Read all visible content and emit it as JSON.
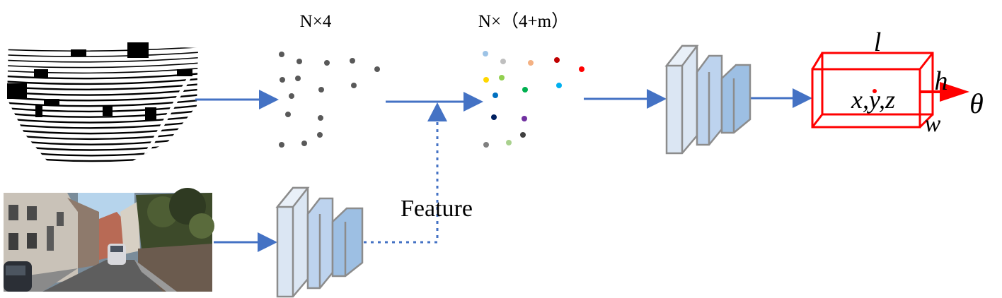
{
  "labels": {
    "points_shape": "N×4",
    "fused_shape": "N×（4+m）",
    "feature": "Feature"
  },
  "box_params": {
    "length": "l",
    "height": "h",
    "width": "w",
    "center": "x,y,z",
    "heading": "θ"
  },
  "colors": {
    "arrow": "#4472c4",
    "dot_gray": "#595959",
    "block_light": "#dbe6f3",
    "block_mid": "#bdd3ee",
    "block_dark": "#9dbfe3",
    "block_stroke": "#8c8c8c",
    "box_red": "#ff0000"
  },
  "fused_point_colors": [
    "#9dc3e6",
    "#bfbfbf",
    "#f4b183",
    "#c00000",
    "#ff0000",
    "#ffd700",
    "#92d050",
    "#00b0f0",
    "#0070c0",
    "#00b050",
    "#002060",
    "#7030a0",
    "#404040",
    "#a9d18e",
    "#808080"
  ]
}
